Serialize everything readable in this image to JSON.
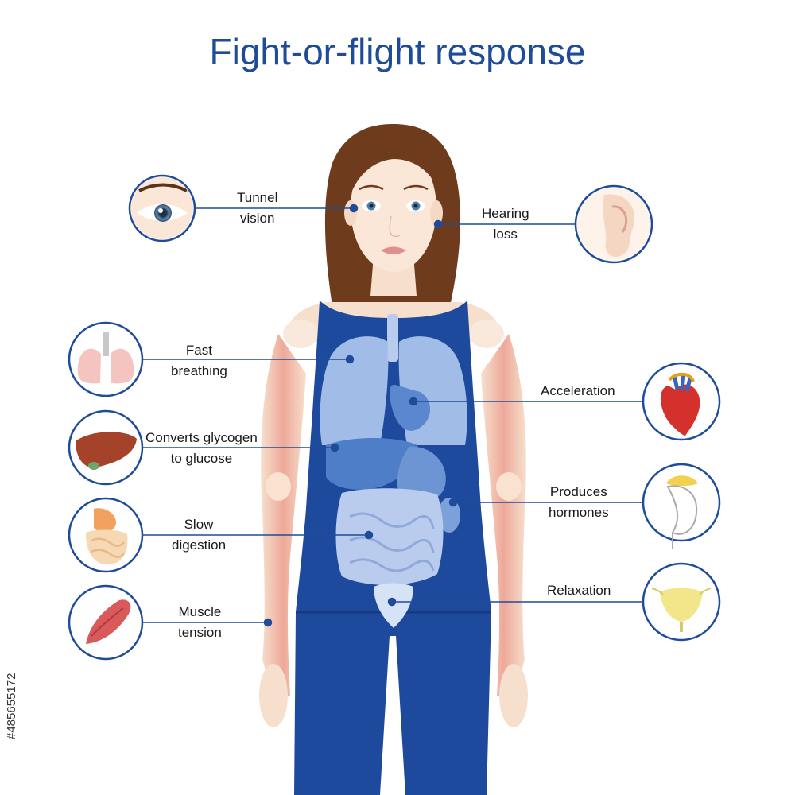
{
  "title": "Fight-or-flight response",
  "labels": {
    "tunnel_vision": [
      "Tunnel",
      "vision"
    ],
    "hearing_loss": [
      "Hearing",
      "loss"
    ],
    "fast_breathing": [
      "Fast",
      "breathing"
    ],
    "glycogen": [
      "Converts glycogen",
      "to glucose"
    ],
    "slow_digestion": [
      "Slow",
      "digestion"
    ],
    "muscle_tension": [
      "Muscle",
      "tension"
    ],
    "acceleration": [
      "Acceleration"
    ],
    "hormones": [
      "Produces",
      "hormones"
    ],
    "relaxation": [
      "Relaxation"
    ]
  },
  "icons": [
    "eye-icon",
    "ear-icon",
    "lungs-icon",
    "liver-icon",
    "digestive-icon",
    "muscle-icon",
    "heart-icon",
    "adrenal-kidney-icon",
    "bladder-icon"
  ],
  "stock_id": "#485655172",
  "colors": {
    "title": "#1f4c99",
    "clothing": "#1d4a9c",
    "organs": "#a9c2ea",
    "leader_line": "#1f4c99",
    "circle_border": "#1f4c99",
    "skin": "#f7e3d3",
    "hair": "#6e3b1c"
  }
}
